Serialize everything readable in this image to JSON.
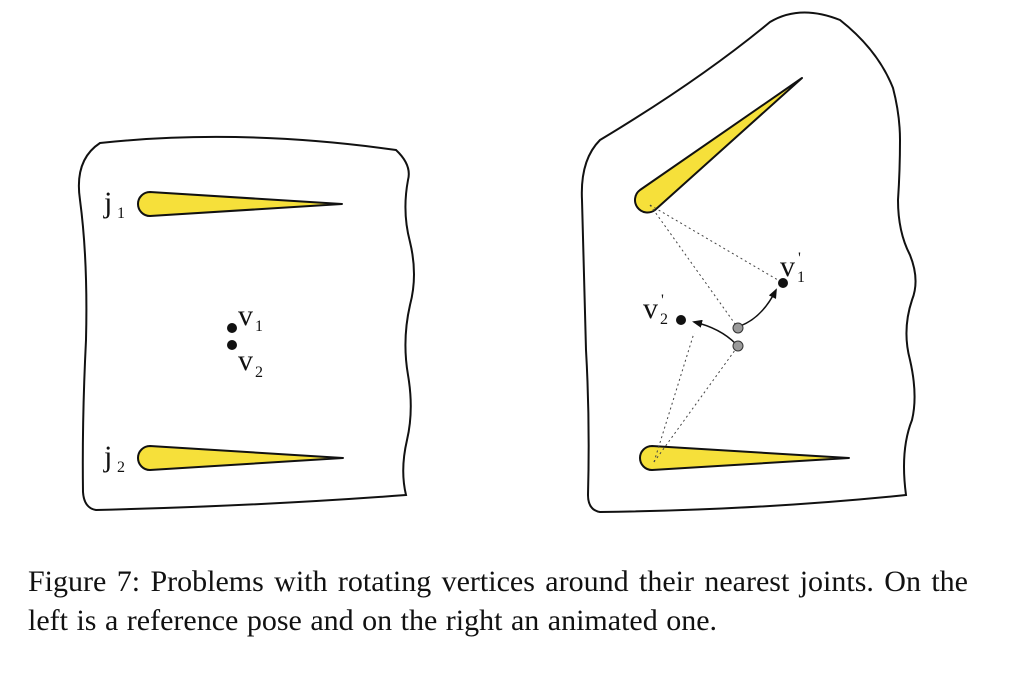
{
  "diagram": {
    "left": {
      "joint1_label": "j",
      "joint1_sub": "1",
      "joint2_label": "j",
      "joint2_sub": "2",
      "vertex1_label": "v",
      "vertex1_sub": "1",
      "vertex2_label": "v",
      "vertex2_sub": "2"
    },
    "right": {
      "vertex1_label": "v",
      "vertex1_sub": "1",
      "vertex1_prime": "'",
      "vertex2_label": "v",
      "vertex2_sub": "2",
      "vertex2_prime": "'"
    },
    "colors": {
      "bone_fill": "#f6e03a",
      "outline": "#111111",
      "old_vertex": "#9a9a9a"
    }
  },
  "caption": {
    "text": "Figure 7:  Problems with rotating vertices around their nearest joints. On the left is a reference pose and on the right an animated one."
  }
}
